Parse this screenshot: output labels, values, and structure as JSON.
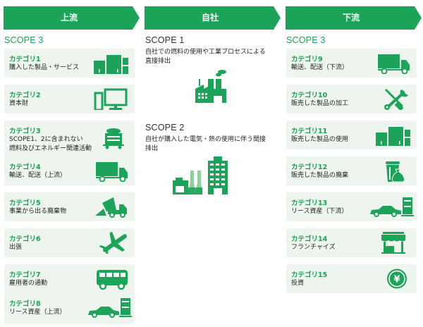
{
  "colors": {
    "accent": "#1ea35a",
    "card_bg": "#eef5ee",
    "scope_green": "#1e9e52"
  },
  "upstream": {
    "banner": "上流",
    "scope": "SCOPE 3",
    "items": [
      {
        "category": "カテゴリ1",
        "desc": "購入した製品・サービス",
        "icon": "boxes-icon"
      },
      {
        "category": "カテゴリ2",
        "desc": "資本財",
        "icon": "computer-icon"
      },
      {
        "category": "カテゴリ3",
        "desc": "SCOPE1、2に含まれない",
        "desc2": "燃料及びエネルギー関連活動",
        "icon": "freight-car-icon"
      },
      {
        "category": "カテゴリ4",
        "desc": "輸送、配送（上流）",
        "icon": "truck-icon"
      },
      {
        "category": "カテゴリ5",
        "desc": "事業から出る廃棄物",
        "icon": "dump-truck-icon"
      },
      {
        "category": "カテゴリ6",
        "desc": "出張",
        "icon": "airplane-icon"
      },
      {
        "category": "カテゴリ7",
        "desc": "雇用者の通勤",
        "icon": "bus-icon"
      },
      {
        "category": "カテゴリ8",
        "desc": "リース資産（上流）",
        "icon": "car-copier-icon"
      }
    ]
  },
  "own": {
    "banner": "自社",
    "scope1": {
      "title": "SCOPE 1",
      "desc": "自社での燃料の使用や工業プロセスによる",
      "desc2": "直接排出",
      "icon": "factory-icon"
    },
    "scope2": {
      "title": "SCOPE 2",
      "desc": "自社が購入した電気・熱の使用に伴う間接",
      "desc2": "排出",
      "icon": "power-plant-building-icon"
    }
  },
  "downstream": {
    "banner": "下流",
    "scope": "SCOPE 3",
    "items": [
      {
        "category": "カテゴリ9",
        "desc": "輸送、配送（下流）",
        "icon": "truck-icon"
      },
      {
        "category": "カテゴリ10",
        "desc": "販売した製品の加工",
        "icon": "tools-icon"
      },
      {
        "category": "カテゴリ11",
        "desc": "販売した製品の使用",
        "icon": "boxes-icon"
      },
      {
        "category": "カテゴリ12",
        "desc": "販売した製品の廃棄",
        "icon": "trash-icon"
      },
      {
        "category": "カテゴリ13",
        "desc": "リース資産（下流）",
        "icon": "car-copier-icon"
      },
      {
        "category": "カテゴリ14",
        "desc": "フランチャイズ",
        "icon": "shop-icon"
      },
      {
        "category": "カテゴリ15",
        "desc": "投資",
        "icon": "yen-coin-icon"
      }
    ]
  }
}
